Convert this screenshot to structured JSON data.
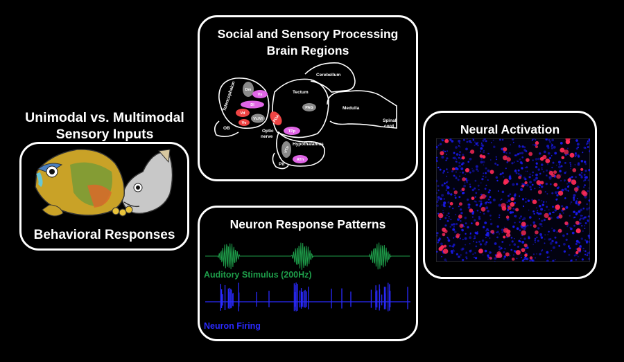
{
  "left": {
    "title_line1": "Unimodal vs. Multimodal",
    "title_line2": "Sensory Inputs",
    "caption": "Behavioral Responses"
  },
  "brain": {
    "title_line1": "Social and Sensory Processing",
    "title_line2": "Brain Regions",
    "labels": {
      "telencephalon": "Telencephalon",
      "cerebellum": "Cerebellum",
      "tectum": "Tectum",
      "medulla": "Medulla",
      "spinal_line1": "Spinal",
      "spinal_line2": "cord",
      "ob": "OB",
      "optic_line1": "Optic",
      "optic_line2": "nerve",
      "hypothalamus": "Hypothalamus",
      "pit": "Pit",
      "dm": "Dm",
      "vs": "Vs",
      "dl": "Dl",
      "vd": "Vd",
      "vc_vl": "Vc/Vl",
      "vv": "Vv",
      "poa": "POA",
      "pag": "PAG",
      "tpp": "TPp",
      "atn": "ATn",
      "vtn": "VTn"
    }
  },
  "neuron": {
    "title": "Neuron Response Patterns",
    "stimulus_label": "Auditory Stimulus (200Hz)",
    "firing_label": "Neuron Firing"
  },
  "activation": {
    "title": "Neural Activation"
  },
  "colors": {
    "magenta": "#e066e6",
    "red": "#ee4444",
    "gray_region": "#8a8a8a",
    "stimulus_green": "#1e9e4a",
    "firing_blue": "#2a2aff",
    "activation_red": "#ff2a55",
    "activation_blue": "#1a1aee"
  }
}
